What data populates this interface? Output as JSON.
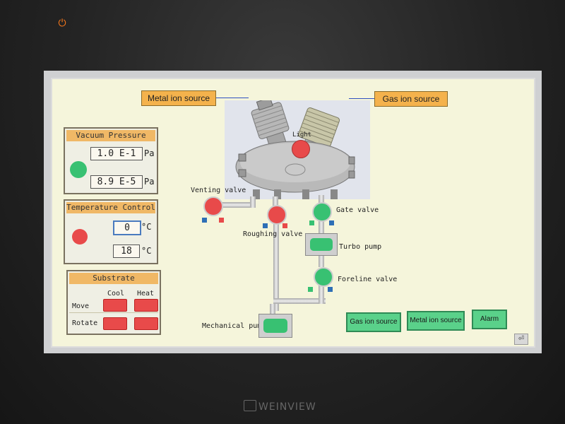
{
  "device": {
    "brand": "WEINVIEW"
  },
  "header": {
    "metal_ion_source": "Metal ion source",
    "gas_ion_source": "Gas ion source",
    "light_label": "Light"
  },
  "vacuum_pressure": {
    "title": "Vacuum Pressure",
    "value_1": "1.0 E-1",
    "unit_1": "Pa",
    "value_2": "8.9 E-5",
    "unit_2": "Pa"
  },
  "temperature_control": {
    "title": "Temperature Control",
    "setpoint": "0",
    "setpoint_unit": "°C",
    "actual": "18",
    "actual_unit": "°C"
  },
  "substrate": {
    "title": "Substrate",
    "col_cool": "Cool",
    "col_heat": "Heat",
    "row_move": "Move",
    "row_rotate": "Rotate"
  },
  "valves": {
    "venting": "Venting valve",
    "roughing": "Roughing valve",
    "gate": "Gate valve",
    "turbo": "Turbo pump",
    "foreline": "Foreline valve",
    "mechanical": "Mechanical pump"
  },
  "buttons": {
    "gas_ion_source": "Gas ion source",
    "metal_ion_source": "Metal ion source",
    "alarm": "Alarm"
  },
  "colors": {
    "on_green": "#38c172",
    "off_red": "#e84a4a",
    "title_orange": "#f0b866",
    "screen_bg": "#f5f5db"
  }
}
